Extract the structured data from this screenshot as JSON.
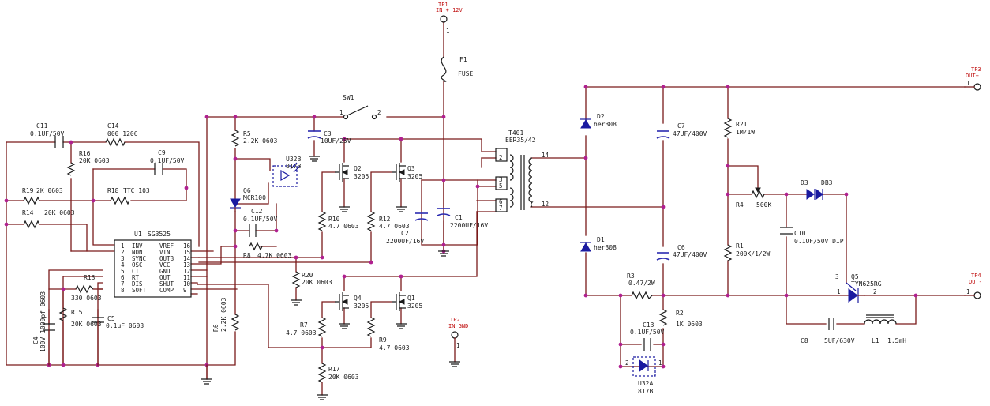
{
  "testpoints": {
    "tp1": {
      "ref": "TP1",
      "label": "IN + 12V"
    },
    "tp2": {
      "ref": "TP2",
      "label": "IN GND"
    },
    "tp3": {
      "ref": "TP3",
      "label": "OUT+"
    },
    "tp4": {
      "ref": "TP4",
      "label": "OUT-"
    }
  },
  "pins": {
    "tp1": "1",
    "tp2": "1",
    "tp3": "1",
    "tp4": "1",
    "sw1a": "1",
    "sw1b": "2"
  },
  "ic": {
    "ref": "U1",
    "part": "SG3525",
    "left_pins": [
      {
        "num": "1",
        "name": "INV"
      },
      {
        "num": "2",
        "name": "NON"
      },
      {
        "num": "3",
        "name": "SYNC"
      },
      {
        "num": "4",
        "name": "OSC"
      },
      {
        "num": "5",
        "name": "CT"
      },
      {
        "num": "6",
        "name": "RT"
      },
      {
        "num": "7",
        "name": "DIS"
      },
      {
        "num": "8",
        "name": "SOFT"
      }
    ],
    "right_pins": [
      {
        "num": "16",
        "name": "VREF"
      },
      {
        "num": "15",
        "name": "VIN"
      },
      {
        "num": "14",
        "name": "OUTB"
      },
      {
        "num": "13",
        "name": "VCC"
      },
      {
        "num": "12",
        "name": "GND"
      },
      {
        "num": "11",
        "name": "OUT"
      },
      {
        "num": "10",
        "name": "SHUT"
      },
      {
        "num": "9",
        "name": "COMP"
      }
    ]
  },
  "components": {
    "c11": {
      "ref": "C11",
      "value": "0.1UF/50V"
    },
    "c14": {
      "ref": "C14",
      "value": "000 1206"
    },
    "r16": {
      "ref": "R16",
      "value": "20K 0603"
    },
    "c9": {
      "ref": "C9",
      "value": "0.1UF/50V"
    },
    "r19": {
      "ref": "R19",
      "value": "2K 0603"
    },
    "r18": {
      "ref": "R18",
      "value": "TTC 103"
    },
    "r14": {
      "ref": "R14",
      "value": "20K 0603"
    },
    "r13": {
      "ref": "R13",
      "value": "330 0603"
    },
    "r15": {
      "ref": "R15",
      "value": "20K 0603"
    },
    "c4": {
      "ref": "C4",
      "value": "100V 1000pf 0603"
    },
    "c5": {
      "ref": "C5",
      "value": "0.1uF 0603"
    },
    "r6": {
      "ref": "R6",
      "value": "2.2K 0603"
    },
    "r5": {
      "ref": "R5",
      "value": "2.2K 0603"
    },
    "q6": {
      "ref": "Q6",
      "value": "MCR100"
    },
    "c12": {
      "ref": "C12",
      "value": "0.1UF/50V"
    },
    "r8": {
      "ref": "R8",
      "value": "4.7K 0603"
    },
    "u32b": {
      "ref": "U32B",
      "value": "817B"
    },
    "c3": {
      "ref": "C3",
      "value": "10UF/25V"
    },
    "sw1": {
      "ref": "SW1",
      "value": ""
    },
    "f1": {
      "ref": "F1",
      "value": "FUSE"
    },
    "q2": {
      "ref": "Q2",
      "value": "3205"
    },
    "q3": {
      "ref": "Q3",
      "value": "3205"
    },
    "q4": {
      "ref": "Q4",
      "value": "3205"
    },
    "q1": {
      "ref": "Q1",
      "value": "3205"
    },
    "r10": {
      "ref": "R10",
      "value": "4.7 0603"
    },
    "r12": {
      "ref": "R12",
      "value": "4.7 0603"
    },
    "r7": {
      "ref": "R7",
      "value": "4.7 0603"
    },
    "r9": {
      "ref": "R9",
      "value": "4.7 0603"
    },
    "r20": {
      "ref": "R20",
      "value": "20K 0603"
    },
    "r17": {
      "ref": "R17",
      "value": "20K 0603"
    },
    "c2": {
      "ref": "C2",
      "value": "2200UF/16V"
    },
    "c1": {
      "ref": "C1",
      "value": "2200UF/16V"
    },
    "t401": {
      "ref": "T401",
      "value": "EER35/42"
    },
    "d2": {
      "ref": "D2",
      "value": "her308"
    },
    "d1": {
      "ref": "D1",
      "value": "her308"
    },
    "c7": {
      "ref": "C7",
      "value": "47UF/400V"
    },
    "c6": {
      "ref": "C6",
      "value": "47UF/400V"
    },
    "r21": {
      "ref": "R21",
      "value": "1M/1W"
    },
    "r4": {
      "ref": "R4",
      "value": "500K"
    },
    "r1": {
      "ref": "R1",
      "value": "200K/1/2W"
    },
    "d3": {
      "ref": "D3",
      "value": ""
    },
    "db3": {
      "ref": "DB3",
      "value": ""
    },
    "c10": {
      "ref": "C10",
      "value": "0.1UF/50V DIP"
    },
    "q5": {
      "ref": "Q5",
      "value": "TYN625RG"
    },
    "r3": {
      "ref": "R3",
      "value": "0.47/2W"
    },
    "r2": {
      "ref": "R2",
      "value": "1K 0603"
    },
    "c13": {
      "ref": "C13",
      "value": "0.1UF/50V"
    },
    "u32a": {
      "ref": "U32A",
      "value": "817B"
    },
    "c8": {
      "ref": "C8",
      "value": "5UF/630V"
    },
    "l1": {
      "ref": "L1",
      "value": "1.5mH"
    }
  },
  "transformer_pins": {
    "p1": "1",
    "p2": "2",
    "p3": "3",
    "p5": "5",
    "p6": "6",
    "p7": "7",
    "p14": "14",
    "p12": "12"
  },
  "q5_pins": {
    "p1": "1",
    "p2": "2",
    "p3": "3"
  },
  "u32a_pins": {
    "p1": "1",
    "p2": "2"
  },
  "colors": {
    "wire": "#7a1a1a",
    "junction": "#b02090",
    "annotation": "#1a1aa0",
    "tp_label": "#c01010"
  }
}
